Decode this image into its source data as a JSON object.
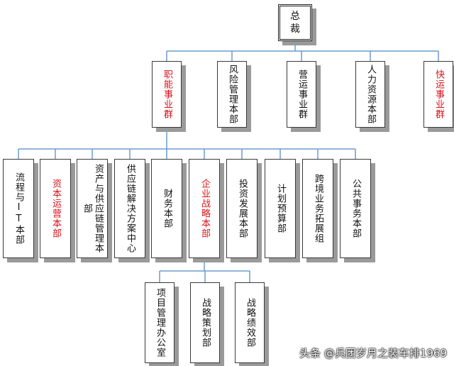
{
  "ceo": {
    "label": "总\n裁"
  },
  "level1": [
    {
      "label": "职能事业群",
      "red": true
    },
    {
      "label": "风险管理本部",
      "red": false
    },
    {
      "label": "营运事业群",
      "red": false
    },
    {
      "label": "人力资源本部",
      "red": false
    },
    {
      "label": "快运事业群",
      "red": true
    }
  ],
  "level2": [
    {
      "label": "流程与IT本部",
      "red": false
    },
    {
      "label": "资本运营本部",
      "red": true
    },
    {
      "label": "资产与供应链管理本部",
      "red": false
    },
    {
      "label": "供应链解决方案中心",
      "red": false
    },
    {
      "label": "财务本部",
      "red": false
    },
    {
      "label": "企业战略本部",
      "red": true
    },
    {
      "label": "投资发展本部",
      "red": false
    },
    {
      "label": "计划预算部",
      "red": false
    },
    {
      "label": "跨境业务拓展组",
      "red": false
    },
    {
      "label": "公共事务本部",
      "red": false
    }
  ],
  "level3": [
    {
      "label": "项目管理办公室",
      "red": false
    },
    {
      "label": "战略策划部",
      "red": false
    },
    {
      "label": "战略绩效部",
      "red": false
    }
  ],
  "watermark": "头条 @兵团岁月之装车排1969",
  "colors": {
    "connector": "#6b9bd1",
    "highlight": "#d8121a",
    "border": "#3a3a3a"
  }
}
